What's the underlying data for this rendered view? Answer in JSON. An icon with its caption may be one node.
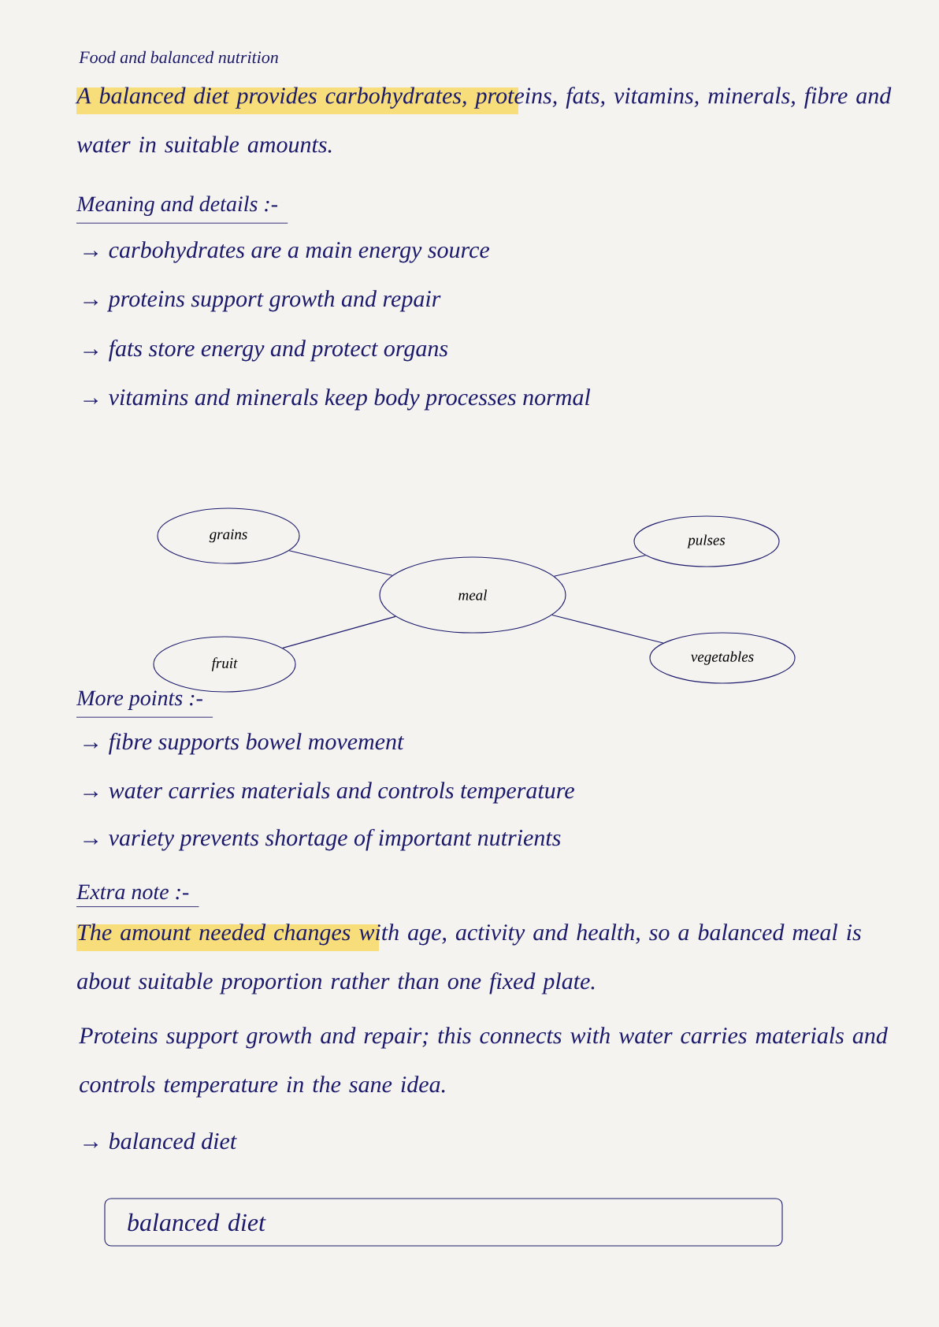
{
  "diagram": {
    "title": "Food and balanced nutrition",
    "nodes": [
      {
        "text": [
          "grains"
        ]
      },
      {
        "text": [
          "pulses"
        ]
      },
      {
        "text": [
          "meal"
        ]
      },
      {
        "text": [
          "fruit"
        ]
      },
      {
        "text": [
          "vegetables"
        ]
      },
      {
        "text": [
          "balanced diet"
        ]
      }
    ],
    "edges": [
      {
        "from": 2,
        "to": 0,
        "arrow": "none"
      },
      {
        "from": 2,
        "to": 1,
        "arrow": "none"
      },
      {
        "from": 2,
        "to": 3,
        "arrow": "none"
      },
      {
        "from": 2,
        "to": 4,
        "arrow": "none"
      }
    ],
    "labels": [
      "A balanced diet provides carbohydrates, proteins, fats, vitamins, minerals, fibre and water in suitable amounts.",
      "Meaning and details :-",
      "→ carbohydrates are a main energy source",
      "→ proteins support growth and repair",
      "→ fats store energy and protect organs",
      "→ vitamins and minerals keep body processes normal",
      "More points :-",
      "→ fibre supports bowel movement",
      "→ water carries materials and controls temperature",
      "→ variety prevents shortage of important nutrients",
      "Extra note :-",
      "The amount needed changes with age, activity and health, so a balanced meal is about suitable proportion rather than one fixed plate.",
      "Proteins support growth and repair; this connects with water carries materials and controls temperature in the sane idea.",
      "→ balanced diet"
    ]
  }
}
